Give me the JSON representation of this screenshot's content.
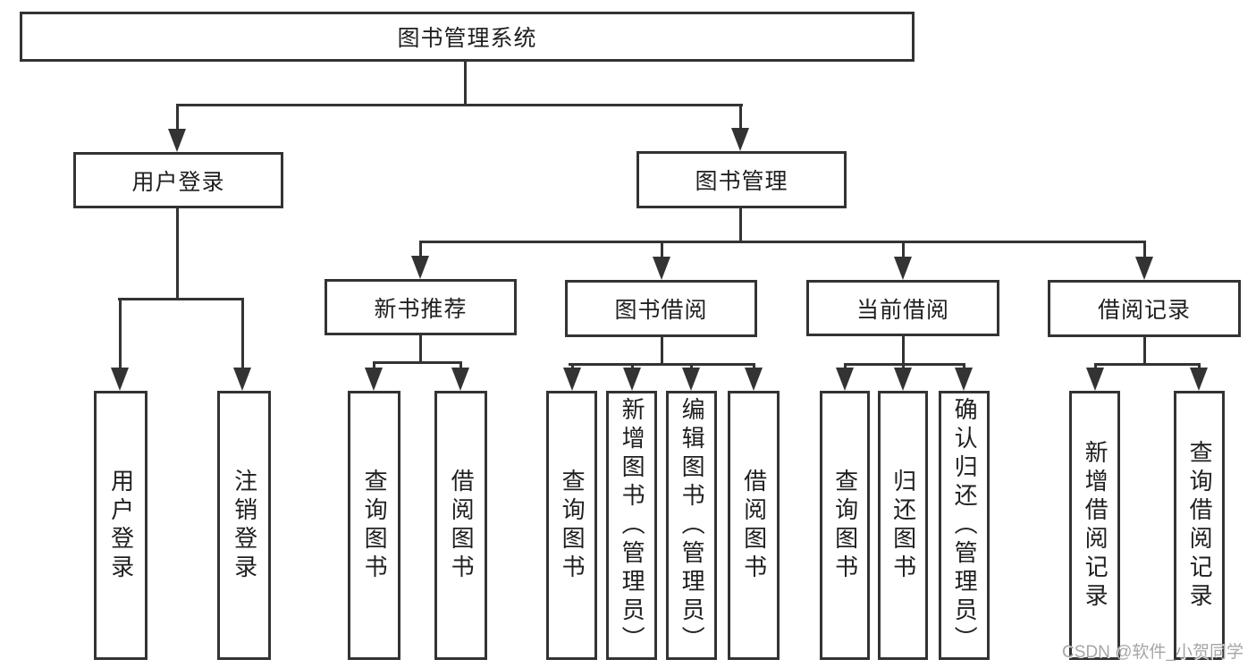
{
  "colors": {
    "line": "#333333",
    "text": "#1f1f1f",
    "background": "#ffffff",
    "watermark": "#a6a6a8"
  },
  "tree": {
    "label": "图书管理系统",
    "children": [
      {
        "label": "用户登录",
        "children": [
          {
            "label": "用户登录"
          },
          {
            "label": "注销登录"
          }
        ]
      },
      {
        "label": "图书管理",
        "children": [
          {
            "label": "新书推荐",
            "children": [
              {
                "label": "查询图书"
              },
              {
                "label": "借阅图书"
              }
            ]
          },
          {
            "label": "图书借阅",
            "children": [
              {
                "label": "查询图书"
              },
              {
                "label": "新增图书（管理员）"
              },
              {
                "label": "编辑图书（管理员）"
              },
              {
                "label": "借阅图书"
              }
            ]
          },
          {
            "label": "当前借阅",
            "children": [
              {
                "label": "查询图书"
              },
              {
                "label": "归还图书"
              },
              {
                "label": "确认归还（管理员）"
              }
            ]
          },
          {
            "label": "借阅记录",
            "children": [
              {
                "label": "新增借阅记录"
              },
              {
                "label": "查询借阅记录"
              }
            ]
          }
        ]
      }
    ]
  },
  "watermark": "CSDN @软件_小贺同学"
}
